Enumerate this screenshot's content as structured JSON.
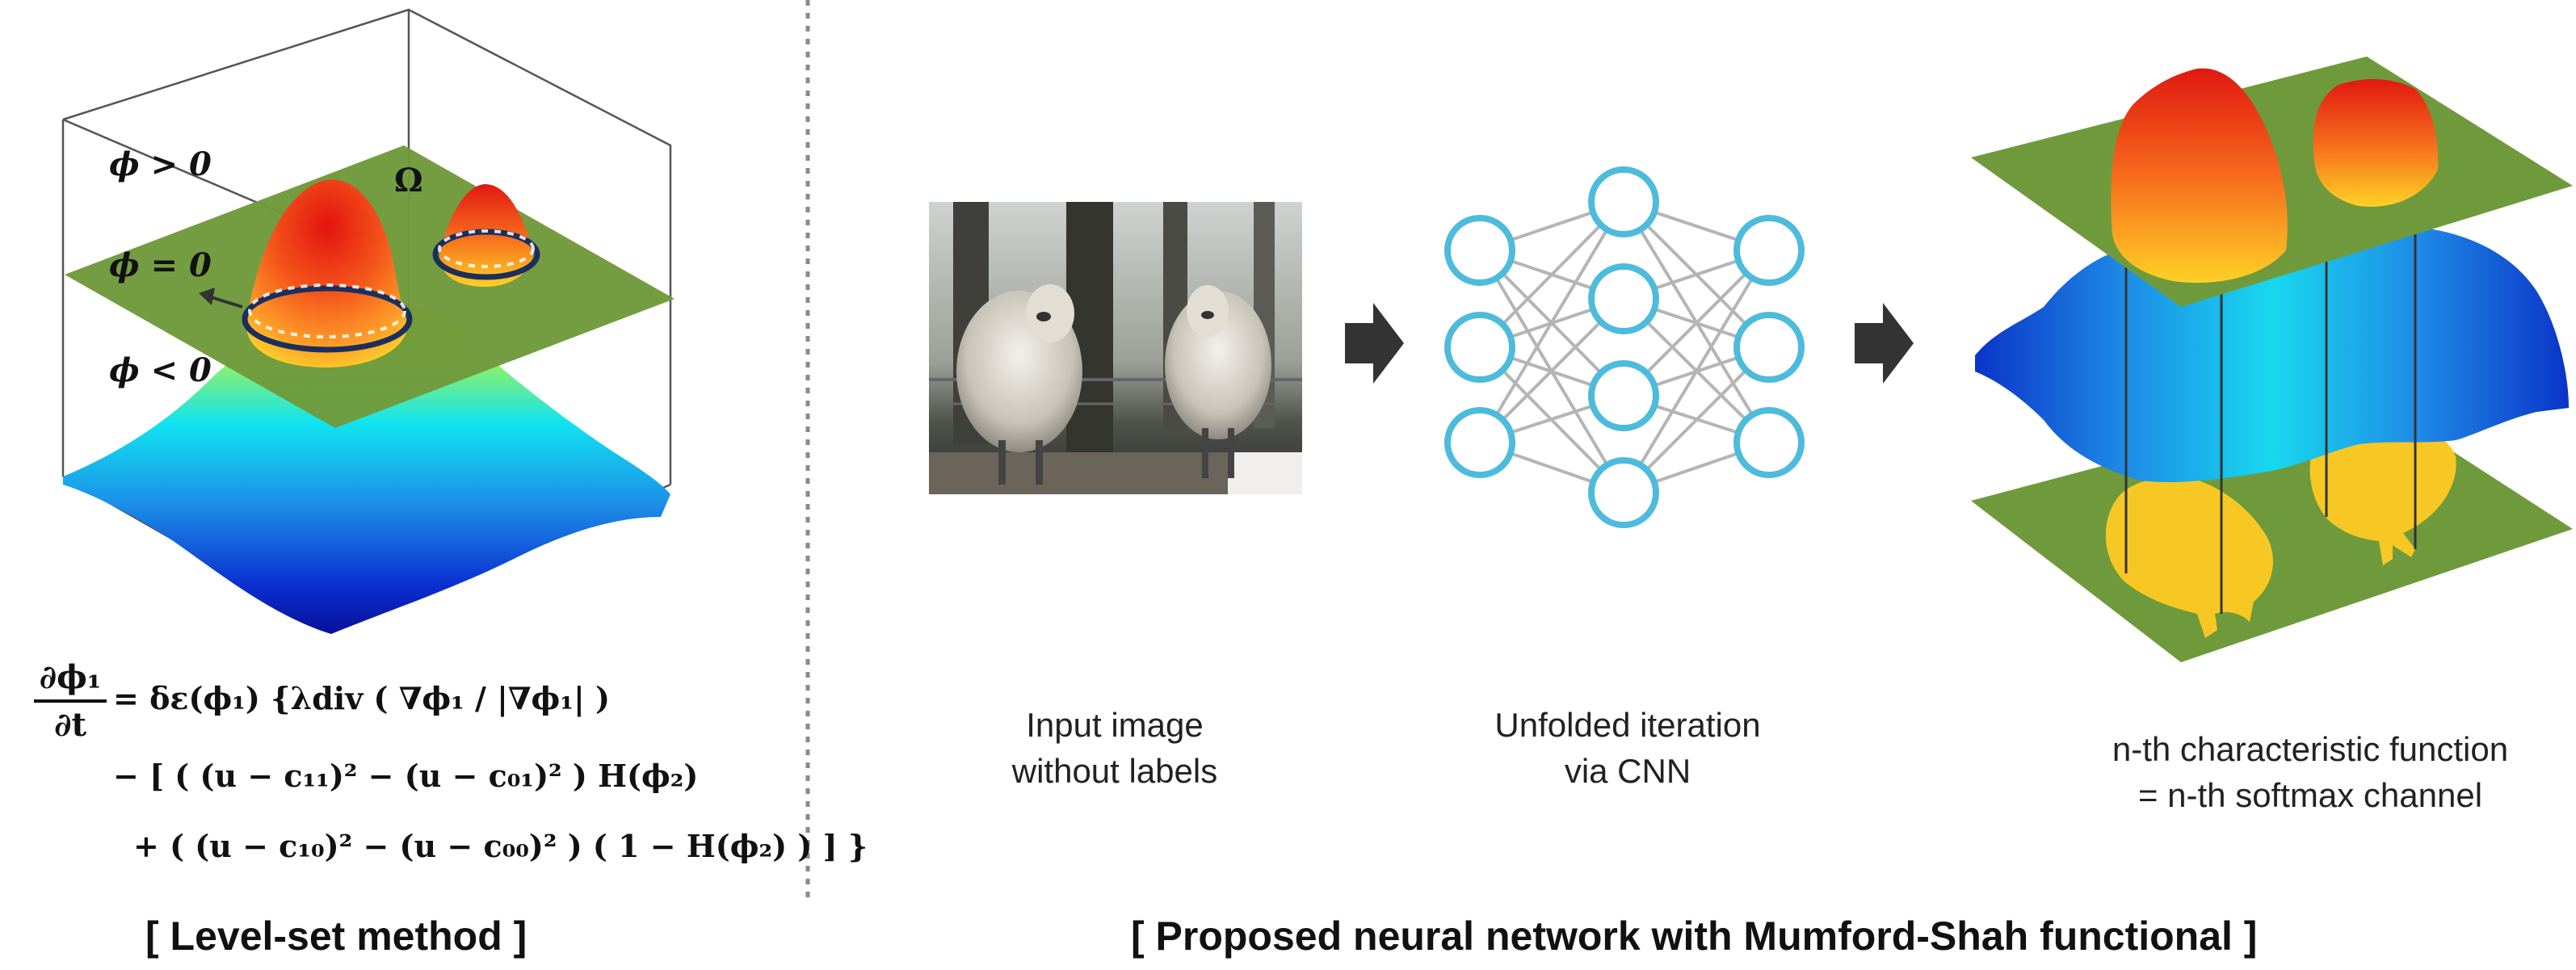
{
  "left_panel": {
    "labels": {
      "phi_gt": "ϕ > 0",
      "phi_eq": "ϕ = 0",
      "phi_lt": "ϕ < 0",
      "omega": "Ω"
    },
    "equation": {
      "lhs_num": "∂ϕ₁",
      "lhs_den": "∂t",
      "line1": "= δε(ϕ₁) {λdiv ( ∇ϕ₁ / |∇ϕ₁| )",
      "line2": "− [ ( (u − c₁₁)² − (u − c₀₁)² ) H(ϕ₂)",
      "line3": "+ ( (u − c₁₀)² − (u − c₀₀)² ) ( 1 − H(ϕ₂) ) ] }"
    },
    "caption": "[ Level-set method ]"
  },
  "right_panel": {
    "input_label_1": "Input image",
    "input_label_2": "without labels",
    "cnn_label_1": "Unfolded iteration",
    "cnn_label_2": "via CNN",
    "output_label_1": "n-th characteristic function",
    "output_label_2": "= n-th softmax channel",
    "caption": "[ Proposed neural network with Mumford-Shah functional ]"
  },
  "colors": {
    "plane_green": "#6f9a3c",
    "node_blue": "#4dbbdc",
    "edge_gray": "#b5b5b5",
    "arrow_dark": "#333333",
    "silhouette_yellow": "#f7c823"
  }
}
